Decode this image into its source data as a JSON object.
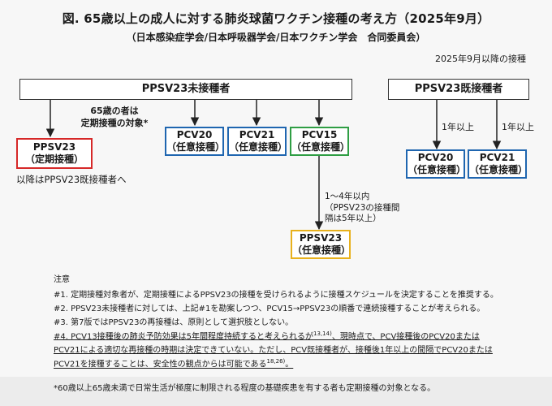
{
  "title": "図. 65歳以上の成人に対する肺炎球菌ワクチン接種の考え方（2025年9月）",
  "subtitle": "（日本感染症学会/日本呼吸器学会/日本ワクチン学会　合同委員会）",
  "date_note": "2025年9月以降の接種",
  "boxes": {
    "unvaccinated": "PPSV23未接種者",
    "vaccinated": "PPSV23既接種者",
    "ppsv23_routine": {
      "line1": "PPSV23",
      "line2": "（定期接種）"
    },
    "pcv20_a": {
      "line1": "PCV20",
      "line2": "（任意接種）"
    },
    "pcv21_a": {
      "line1": "PCV21",
      "line2": "（任意接種）"
    },
    "pcv15": {
      "line1": "PCV15",
      "line2": "（任意接種）"
    },
    "ppsv23_optional": {
      "line1": "PPSV23",
      "line2": "（任意接種）"
    },
    "pcv20_b": {
      "line1": "PCV20",
      "line2": "（任意接種）"
    },
    "pcv21_b": {
      "line1": "PCV21",
      "line2": "（任意接種）"
    }
  },
  "labels": {
    "age65": {
      "line1": "65歳の者は",
      "line2": "定期接種の対象*"
    },
    "after_routine": "以降はPPSV23既接種者へ",
    "interval": {
      "line1": "1～4年以内",
      "line2": "（PPSV23の接種間",
      "line3": "隔は5年以上）"
    },
    "one_year_a": "1年以上",
    "one_year_b": "1年以上"
  },
  "notes": {
    "title": "注意",
    "n1": "#1. 定期接種対象者が、定期接種によるPPSV23の接種を受けられるように接種スケジュールを決定することを推奨する。",
    "n2": "#2. PPSV23未接種者に対しては、上記#1を勘案しつつ、PCV15→PPSV23の順番で連続接種することが考えられる。",
    "n3": "#3. 第7版ではPPSV23の再接種は、原則として選択肢としない。",
    "n4a": "#4. PCV13接種後の肺炎予防効果は5年間程度持続すると考えられるが",
    "n4a_ref": "13,14)",
    "n4b": "、現時点で、PCV接種後のPCV20または",
    "n4c": "PCV21による適切な再接種の時期は決定できていない。ただし、PCV既接種者が、接種後1年以上の間隔でPCV20または",
    "n4d": "PCV21を接種することは、安全性の観点からは可能である",
    "n4d_ref": "18,26)",
    "n4e": "。"
  },
  "footnote": "*60歳以上65歳未満で日常生活が極度に制限される程度の基礎疾患を有する者も定期接種の対象となる。",
  "colors": {
    "red": "#d62828",
    "blue": "#1f66b0",
    "green": "#2f9e44",
    "yellow": "#e8b11c"
  }
}
